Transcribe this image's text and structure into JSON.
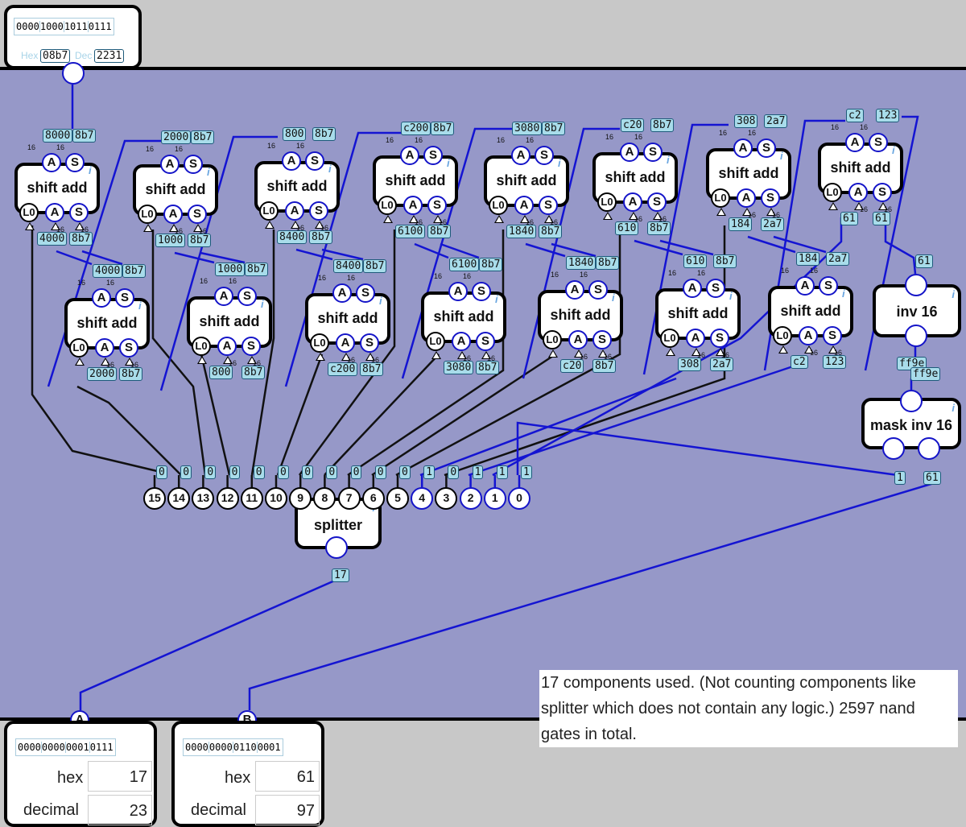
{
  "output": {
    "bits": [
      "0000",
      "1000",
      "1011",
      "0111"
    ],
    "hex_label": "Hex",
    "hex_value": "08b7",
    "dec_label": "Dec",
    "dec_value": "2231"
  },
  "wire_width": "16",
  "shift_add_units": [
    {
      "label": "shift add",
      "top_in": "8000",
      "top_in2": "8b7",
      "out_a": "4000",
      "out_s": "8b7"
    },
    {
      "label": "shift add",
      "top_in": "2000",
      "top_in2": "8b7",
      "out_a": "1000",
      "out_s": "8b7"
    },
    {
      "label": "shift add",
      "top_in": "800",
      "top_in2": "8b7",
      "out_a": "8400",
      "out_s": "8b7"
    },
    {
      "label": "shift add",
      "top_in": "c200",
      "top_in2": "8b7",
      "out_a": "6100",
      "out_s": "8b7"
    },
    {
      "label": "shift add",
      "top_in": "3080",
      "top_in2": "8b7",
      "out_a": "1840",
      "out_s": "8b7"
    },
    {
      "label": "shift add",
      "top_in": "c20",
      "top_in2": "8b7",
      "out_a": "610",
      "out_s": "8b7"
    },
    {
      "label": "shift add",
      "top_in": "308",
      "top_in2": "2a7",
      "out_a": "184",
      "out_s": "2a7"
    },
    {
      "label": "shift add",
      "top_in": "c2",
      "top_in2": "123",
      "out_a": "61",
      "out_s": "61"
    }
  ],
  "row2_units": [
    {
      "label": "shift add",
      "top_in": "4000",
      "top_in2": "8b7",
      "out_a": "2000",
      "out_s": "8b7"
    },
    {
      "label": "shift add",
      "top_in": "1000",
      "top_in2": "8b7",
      "out_a": "800",
      "out_s": "8b7"
    },
    {
      "label": "shift add",
      "top_in": "8400",
      "top_in2": "8b7",
      "out_a": "c200",
      "out_s": "8b7"
    },
    {
      "label": "shift add",
      "top_in": "6100",
      "top_in2": "8b7",
      "out_a": "3080",
      "out_s": "8b7"
    },
    {
      "label": "shift add",
      "top_in": "1840",
      "top_in2": "8b7",
      "out_a": "c20",
      "out_s": "8b7"
    },
    {
      "label": "shift add",
      "top_in": "610",
      "top_in2": "8b7",
      "out_a": "308",
      "out_s": "2a7"
    },
    {
      "label": "shift add",
      "top_in": "184",
      "top_in2": "2a7",
      "out_a": "c2",
      "out_s": "123"
    }
  ],
  "pin_labels": {
    "a": "A",
    "s": "S",
    "lo": "L0"
  },
  "row1_lo": [
    "0",
    "0",
    "0",
    "0",
    "0",
    "0",
    "0",
    "1"
  ],
  "row2_lo": [
    "0",
    "0",
    "0",
    "0",
    "0",
    "1",
    "1"
  ],
  "inv": {
    "label": "inv 16",
    "in_tag": "61",
    "out_tag": "ff9e"
  },
  "mask_inv": {
    "label": "mask inv 16",
    "out_tag": "ff9e",
    "in1": "1",
    "in2": "61"
  },
  "splitter": {
    "label": "splitter",
    "in_tag": "17",
    "bits": [
      "15",
      "14",
      "13",
      "12",
      "11",
      "10",
      "9",
      "8",
      "7",
      "6",
      "5",
      "4",
      "3",
      "2",
      "1",
      "0"
    ],
    "values": [
      "0",
      "0",
      "0",
      "0",
      "0",
      "0",
      "0",
      "0",
      "0",
      "0",
      "0",
      "1",
      "0",
      "1",
      "1",
      "1"
    ]
  },
  "note": "17 components used. (Not counting components like splitter which does not contain any logic.) 2597 nand gates in total.",
  "input_a": {
    "name": "A",
    "bits": [
      "0000",
      "0000",
      "0001",
      "0111"
    ],
    "hex_label": "hex",
    "hex_value": "17",
    "dec_label": "decimal",
    "dec_value": "23"
  },
  "input_b": {
    "name": "B",
    "bits": [
      "0000",
      "0000",
      "0110",
      "0001"
    ],
    "hex_label": "hex",
    "hex_value": "61",
    "dec_label": "decimal",
    "dec_value": "97"
  }
}
